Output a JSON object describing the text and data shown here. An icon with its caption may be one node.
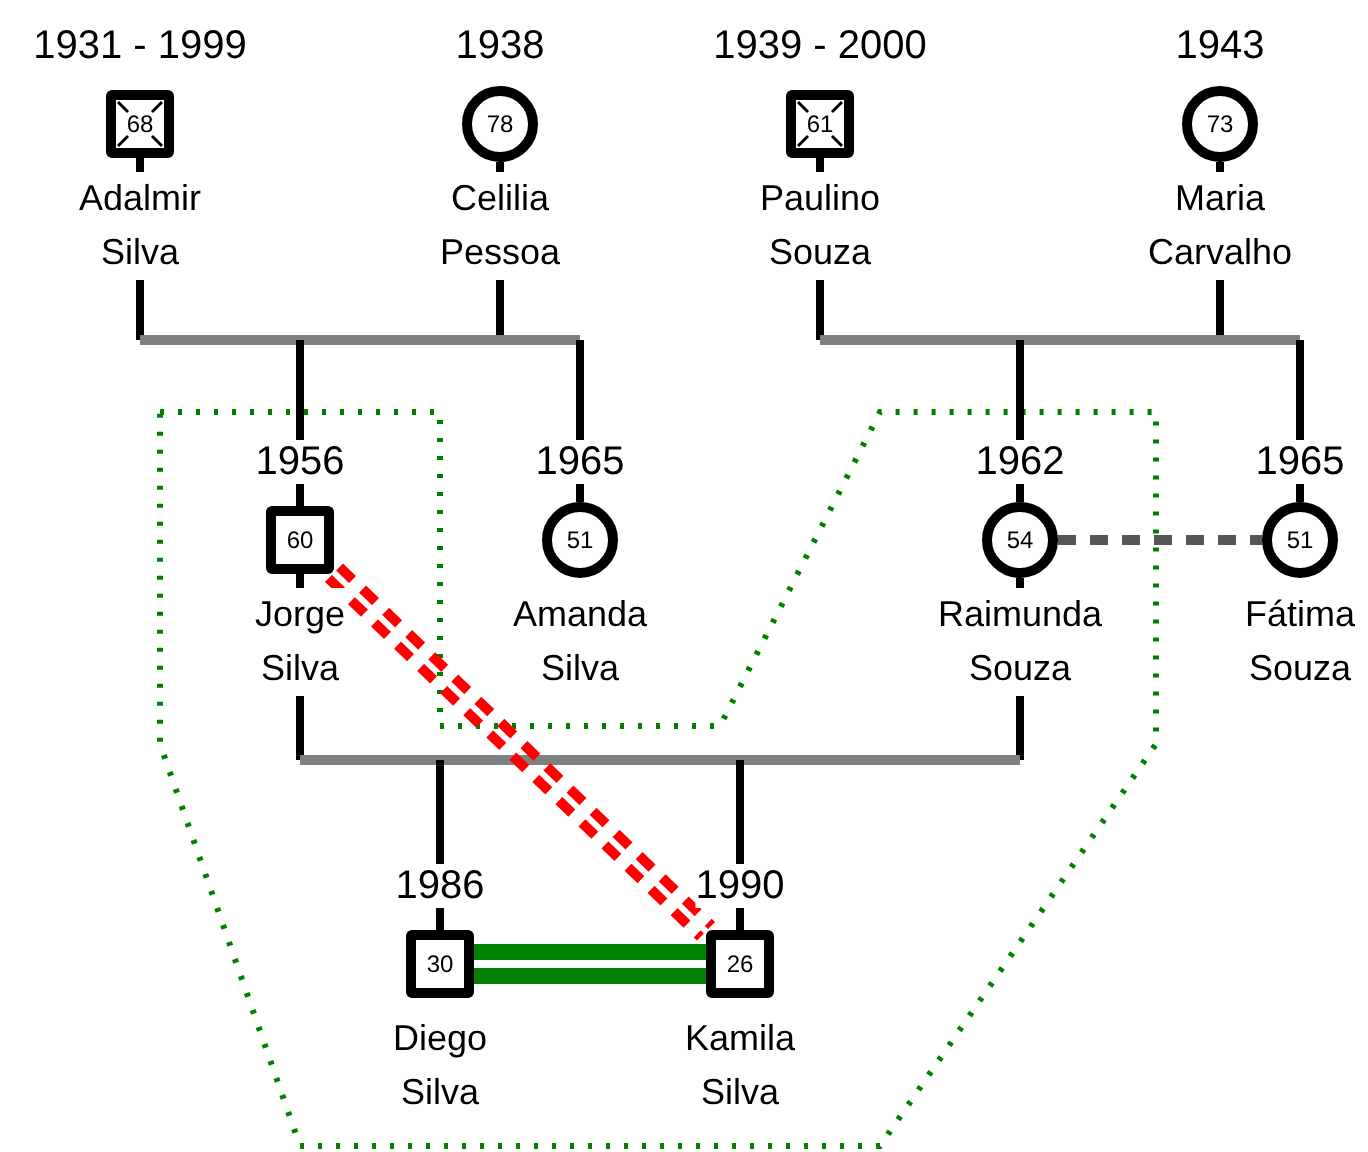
{
  "diagram": {
    "nodes": [
      {
        "text": [
          "68"
        ],
        "beside": [
          "1931 - 1999",
          "Adalmir Silva"
        ]
      },
      {
        "text": [
          "78"
        ],
        "beside": [
          "1938",
          "Celilia Pessoa"
        ]
      },
      {
        "text": [
          "61"
        ],
        "beside": [
          "1939 - 2000",
          "Paulino Souza"
        ]
      },
      {
        "text": [
          "73"
        ],
        "beside": [
          "1943",
          "Maria Carvalho"
        ]
      },
      {
        "text": [
          "60"
        ],
        "beside": [
          "1956",
          "Jorge Silva"
        ]
      },
      {
        "text": [
          "51"
        ],
        "beside": [
          "1965",
          "Amanda Silva"
        ]
      },
      {
        "text": [
          "54"
        ],
        "beside": [
          "1962",
          "Raimunda Souza"
        ]
      },
      {
        "text": [
          "51"
        ],
        "beside": [
          "1965",
          "Fátima Souza"
        ]
      },
      {
        "text": [
          "30"
        ],
        "beside": [
          "1986",
          "Diego Silva"
        ]
      },
      {
        "text": [
          "26"
        ],
        "beside": [
          "1990",
          "Kamila Silva"
        ]
      }
    ],
    "edges": [
      {
        "from": 0,
        "to": 1,
        "arrow": "none"
      },
      {
        "from": 0,
        "to": 4,
        "arrow": "none"
      },
      {
        "from": 0,
        "to": 5,
        "arrow": "none"
      },
      {
        "from": 1,
        "to": 4,
        "arrow": "none"
      },
      {
        "from": 1,
        "to": 5,
        "arrow": "none"
      },
      {
        "from": 2,
        "to": 3,
        "arrow": "none"
      },
      {
        "from": 2,
        "to": 6,
        "arrow": "none"
      },
      {
        "from": 2,
        "to": 7,
        "arrow": "none"
      },
      {
        "from": 3,
        "to": 6,
        "arrow": "none"
      },
      {
        "from": 3,
        "to": 7,
        "arrow": "none"
      },
      {
        "from": 4,
        "to": 6,
        "arrow": "none"
      },
      {
        "from": 4,
        "to": 8,
        "arrow": "none"
      },
      {
        "from": 4,
        "to": 9,
        "arrow": "none"
      },
      {
        "from": 6,
        "to": 8,
        "arrow": "none"
      },
      {
        "from": 6,
        "to": 9,
        "arrow": "none"
      },
      {
        "from": 6,
        "to": 7,
        "arrow": "none",
        "style": "dashed",
        "color": "#555555"
      },
      {
        "from": 4,
        "to": 9,
        "arrow": "none",
        "style": "dashed",
        "color": "#ff0000"
      },
      {
        "from": 8,
        "to": 9,
        "arrow": "none",
        "style": "thick",
        "color": "#008000"
      }
    ]
  }
}
